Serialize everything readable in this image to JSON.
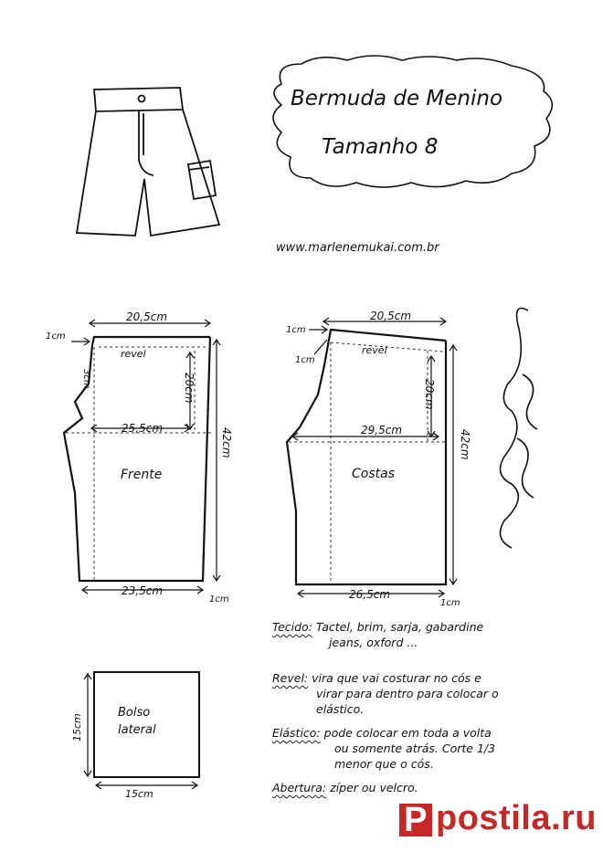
{
  "header": {
    "title": "Bermuda de Menino",
    "subtitle": "Tamanho 8",
    "website": "www.marlenemukai.com.br"
  },
  "front": {
    "name": "Frente",
    "top_width": "20,5cm",
    "hip_width": "25,5cm",
    "hem_width": "23,5cm",
    "length": "42cm",
    "rise": "20cm",
    "waist_allowance": "1cm",
    "hem_allowance": "1cm",
    "fly": "3cm",
    "revel": "revel"
  },
  "back": {
    "name": "Costas",
    "top_width": "20,5cm",
    "hip_width": "29,5cm",
    "hem_width": "26,5cm",
    "length": "42cm",
    "rise": "20cm",
    "waist_allowance": "1cm",
    "side_allowance": "1cm",
    "hem_allowance": "1cm",
    "revel": "revel"
  },
  "pocket": {
    "name_line1": "Bolso",
    "name_line2": "lateral",
    "width": "15cm",
    "height": "15cm"
  },
  "notes": {
    "tecido_term": "Tecido:",
    "tecido_text_1": "Tactel, brim, sarja, gabardine",
    "tecido_text_2": "jeans, oxford ...",
    "revel_term": "Revel:",
    "revel_text_1": "vira que vai costurar no cós e",
    "revel_text_2": "virar para dentro para colocar o",
    "revel_text_3": "elástico.",
    "elastico_term": "Elástico:",
    "elastico_text_1": "pode colocar em toda a volta",
    "elastico_text_2": "ou somente atrás. Corte 1/3",
    "elastico_text_3": "menor que o cós.",
    "abertura_term": "Abertura:",
    "abertura_text": "zíper ou velcro."
  },
  "watermark": {
    "letter": "P",
    "text": "postila.ru"
  }
}
